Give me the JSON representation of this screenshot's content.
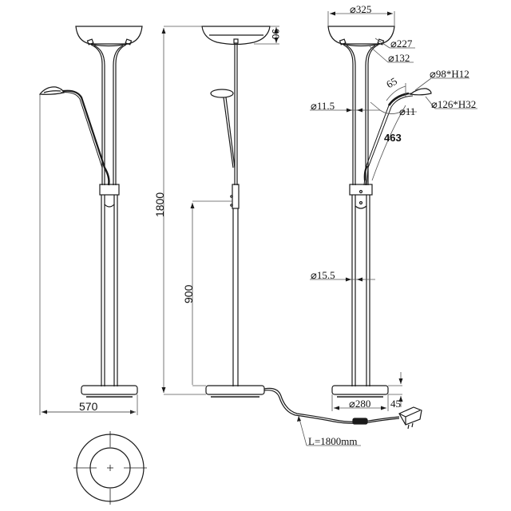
{
  "drawing": {
    "title": "Floor lamp technical drawing",
    "line_color": "#1a1a1a",
    "dim_color": "#555555",
    "views": [
      {
        "name": "front-view-left",
        "description": "Uplighter with reading arm, front elevation"
      },
      {
        "name": "side-view-middle",
        "description": "Side elevation with overall height dimensions"
      },
      {
        "name": "dimensioned-view-right",
        "description": "Detailed dimensions of shade, arm and base"
      },
      {
        "name": "base-top-view",
        "description": "Top view of circular base"
      }
    ]
  },
  "dimensions": {
    "width_overall": "570",
    "height_overall": "1800",
    "switch_height": "900",
    "shade_depth": "90",
    "shade_diameter": "⌀325",
    "shade_inner_diameter": "⌀227",
    "shade_holder_diameter": "⌀132",
    "reading_head_top": "⌀98*H12",
    "reading_head_bottom": "⌀126*H32",
    "arm_bend": "65",
    "upper_tube": "⌀11.5",
    "arm_tube": "⌀11",
    "arm_length": "463",
    "lower_tube": "⌀15.5",
    "base_diameter": "⌀280",
    "base_height": "45",
    "cable_length": "L=1800mm"
  }
}
